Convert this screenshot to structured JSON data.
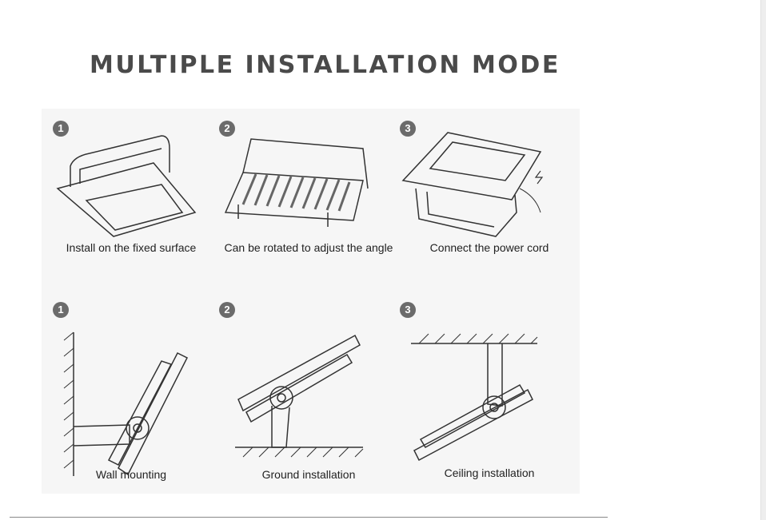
{
  "title": "MULTIPLE INSTALLATION MODE",
  "steps_top": [
    {
      "num": "1",
      "caption": "Install on the fixed surface"
    },
    {
      "num": "2",
      "caption": "Can be rotated to adjust the angle"
    },
    {
      "num": "3",
      "caption": "Connect the power cord"
    }
  ],
  "steps_bottom": [
    {
      "num": "1",
      "caption": "Wall mounting"
    },
    {
      "num": "2",
      "caption": "Ground installation"
    },
    {
      "num": "3",
      "caption": "Ceiling installation"
    }
  ]
}
